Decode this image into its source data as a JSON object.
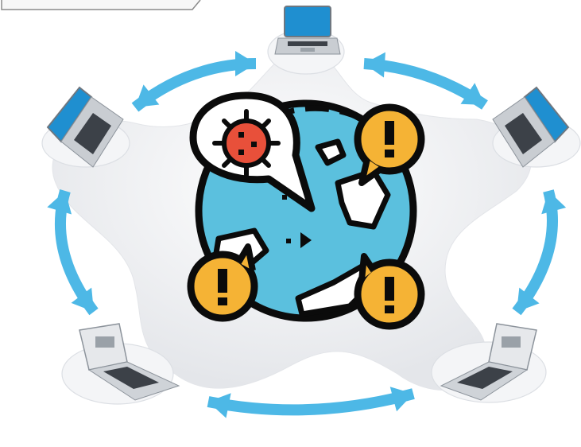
{
  "colors": {
    "arrow": "#4db8e6",
    "arrow_dark": "#2a9fd6",
    "globe_ocean": "#5bc0de",
    "land": "#ffffff",
    "outline": "#0b0b0b",
    "virus": "#e8503a",
    "alert": "#f5b335",
    "laptop_screen": "#1f8fd0",
    "laptop_body": "#c9cdd2",
    "platform": "#f2f3f5",
    "platform_shadow": "#d9dbe0"
  },
  "diagram": {
    "nodes": [
      {
        "id": "laptop-top",
        "icon": "laptop-icon",
        "screen": "blue"
      },
      {
        "id": "laptop-upper-left",
        "icon": "laptop-icon",
        "screen": "blue"
      },
      {
        "id": "laptop-upper-right",
        "icon": "laptop-icon",
        "screen": "blue"
      },
      {
        "id": "laptop-lower-left",
        "icon": "laptop-icon",
        "screen": "gray"
      },
      {
        "id": "laptop-lower-right",
        "icon": "laptop-icon",
        "screen": "gray"
      }
    ],
    "center": {
      "icon": "globe-virus-alert-icon"
    },
    "connectors": [
      {
        "id": "arrow-top-left",
        "style": "double-headed"
      },
      {
        "id": "arrow-top-right",
        "style": "double-headed"
      },
      {
        "id": "arrow-left",
        "style": "double-headed"
      },
      {
        "id": "arrow-right",
        "style": "double-headed"
      },
      {
        "id": "arrow-bottom",
        "style": "double-headed"
      }
    ]
  }
}
